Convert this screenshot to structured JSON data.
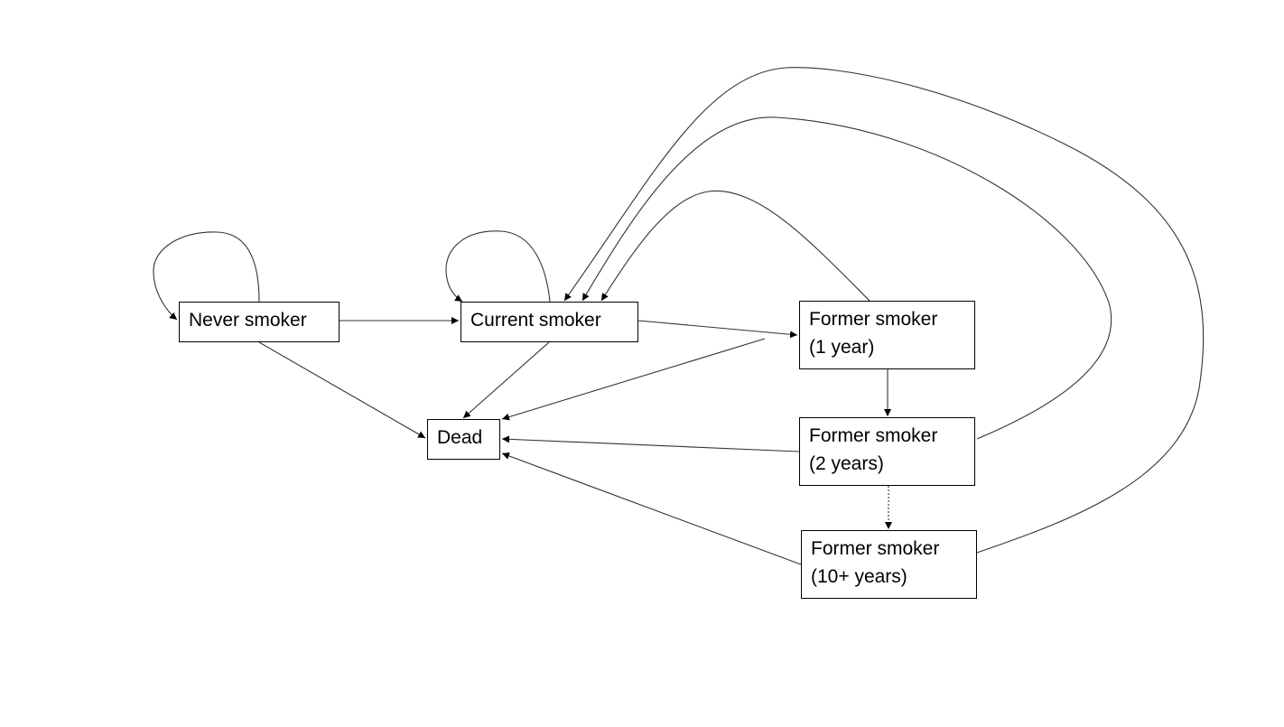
{
  "nodes": {
    "never_smoker": {
      "lines": [
        "Never smoker"
      ]
    },
    "current_smoker": {
      "lines": [
        "Current smoker"
      ]
    },
    "dead": {
      "lines": [
        "Dead"
      ]
    },
    "former_1": {
      "lines": [
        "Former smoker",
        "(1 year)"
      ]
    },
    "former_2": {
      "lines": [
        "Former smoker",
        "(2 years)"
      ]
    },
    "former_10": {
      "lines": [
        "Former smoker",
        "(10+ years)"
      ]
    }
  },
  "edges": [
    {
      "from": "never_smoker",
      "to": "never_smoker",
      "style": "solid"
    },
    {
      "from": "never_smoker",
      "to": "current_smoker",
      "style": "solid"
    },
    {
      "from": "never_smoker",
      "to": "dead",
      "style": "solid"
    },
    {
      "from": "current_smoker",
      "to": "current_smoker",
      "style": "solid"
    },
    {
      "from": "current_smoker",
      "to": "former_1",
      "style": "solid"
    },
    {
      "from": "current_smoker",
      "to": "dead",
      "style": "solid"
    },
    {
      "from": "former_1",
      "to": "dead",
      "style": "solid"
    },
    {
      "from": "former_1",
      "to": "former_2",
      "style": "solid"
    },
    {
      "from": "former_1",
      "to": "current_smoker",
      "style": "solid"
    },
    {
      "from": "former_2",
      "to": "dead",
      "style": "solid"
    },
    {
      "from": "former_2",
      "to": "former_10",
      "style": "dotted"
    },
    {
      "from": "former_2",
      "to": "current_smoker",
      "style": "solid"
    },
    {
      "from": "former_10",
      "to": "dead",
      "style": "solid"
    },
    {
      "from": "former_10",
      "to": "current_smoker",
      "style": "solid"
    }
  ]
}
